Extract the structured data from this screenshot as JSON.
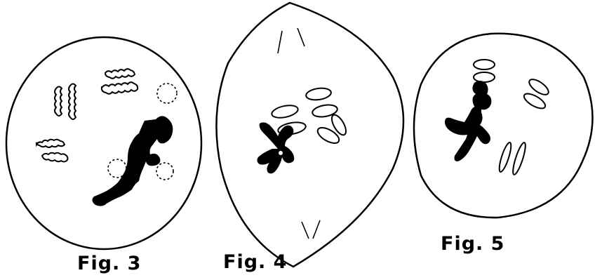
{
  "figures": [
    {
      "label": "Fig. 3"
    },
    {
      "label": "Fig. 4"
    },
    {
      "label": "Fig. 5"
    }
  ]
}
